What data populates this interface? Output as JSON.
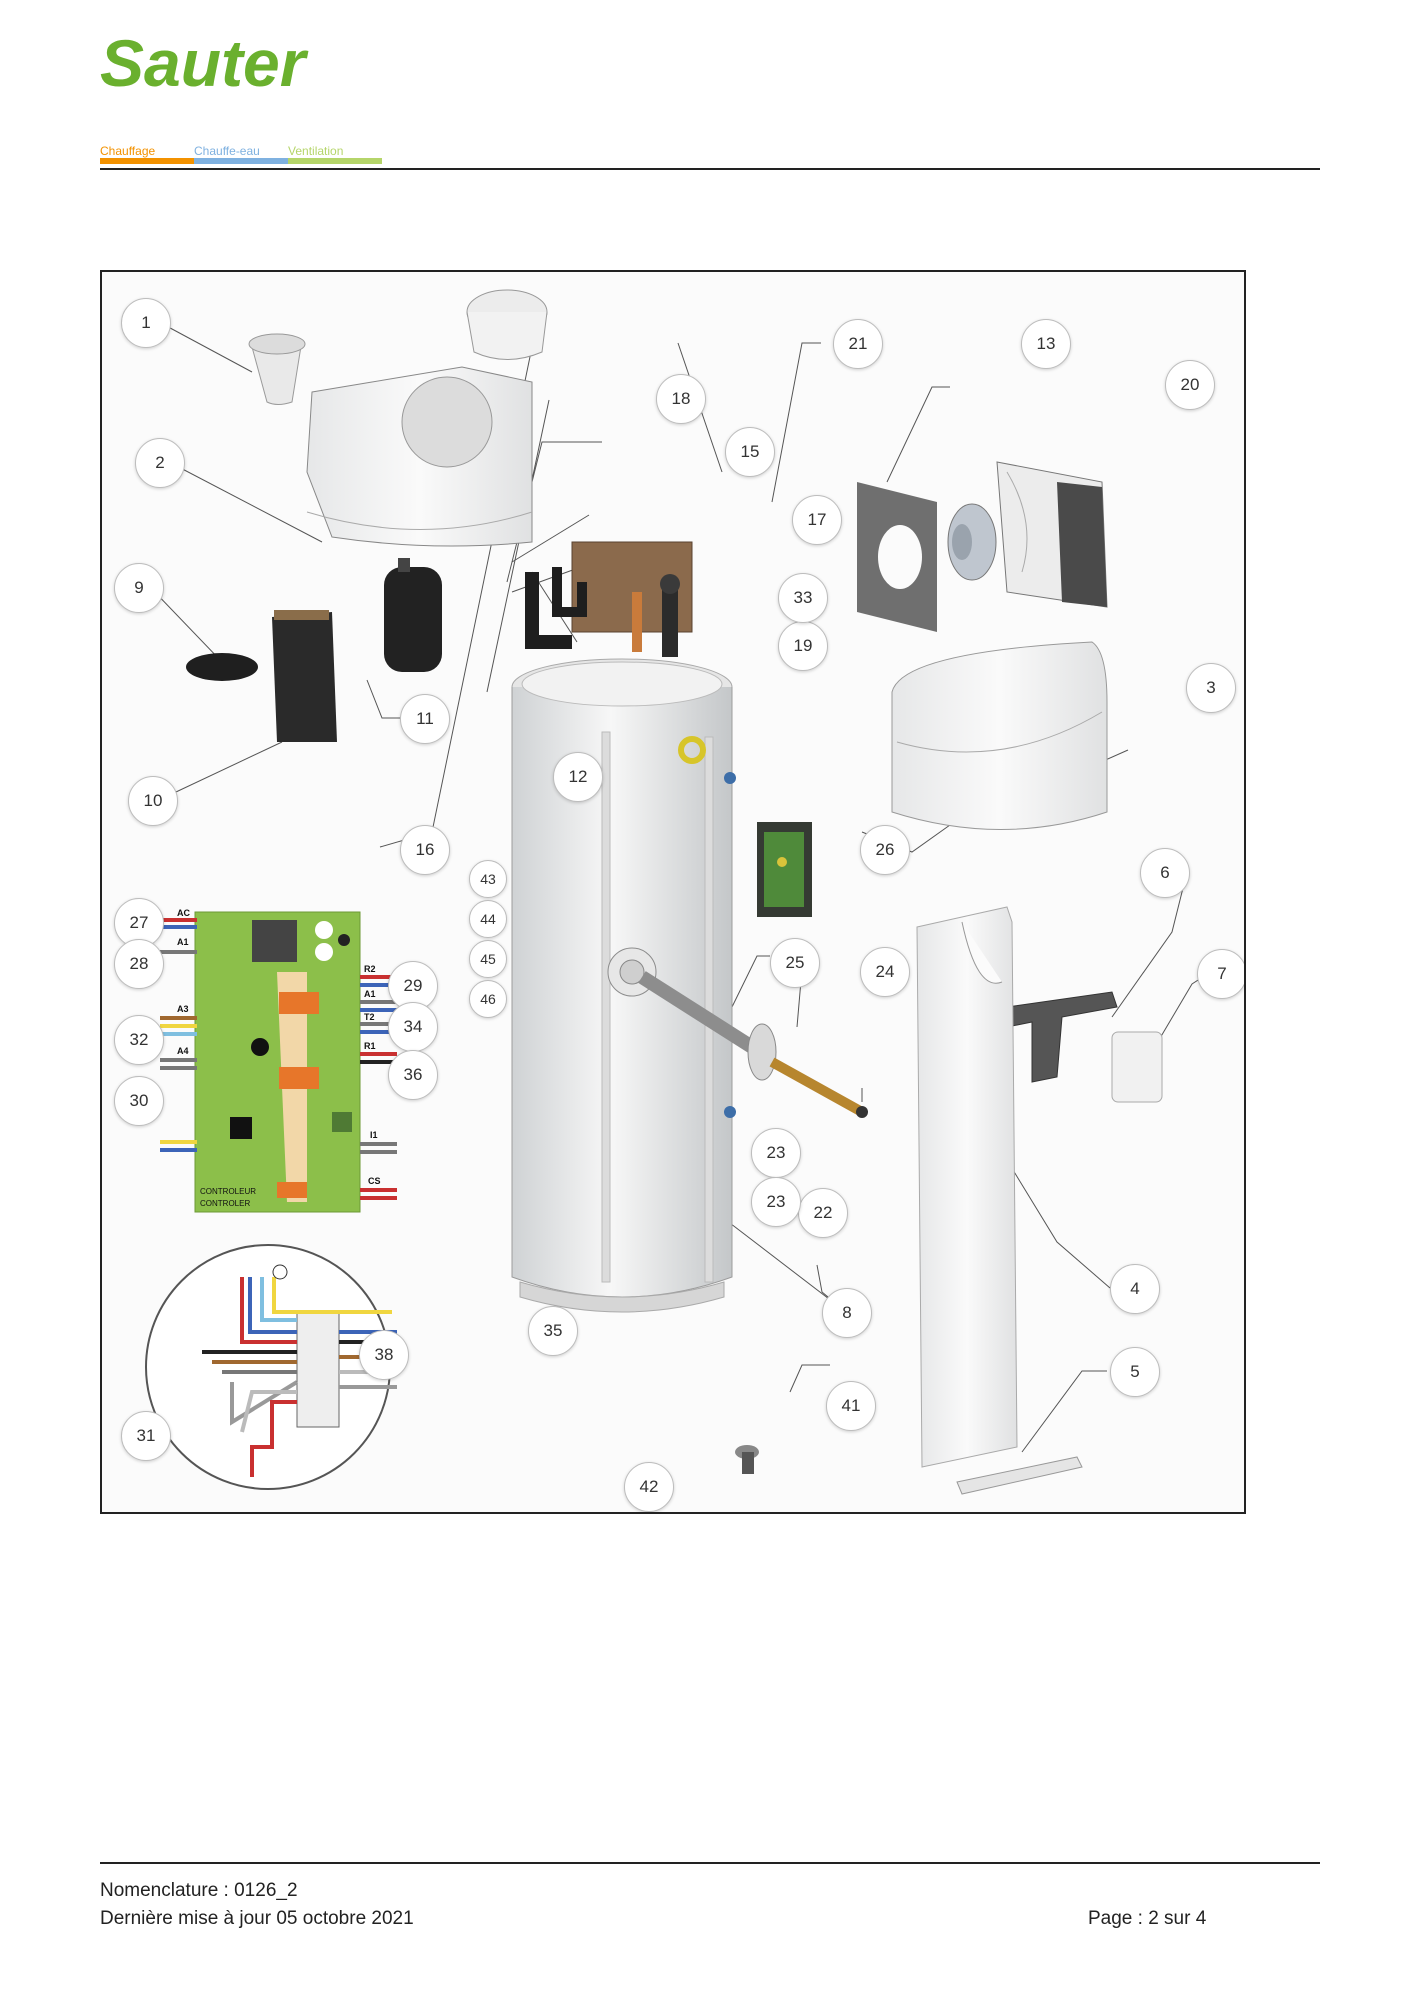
{
  "header": {
    "logo_text": "Sauter",
    "categories": [
      {
        "label": "Chauffage",
        "color": "#f39200"
      },
      {
        "label": "Chauffe-eau",
        "color": "#7fb1e0"
      },
      {
        "label": "Ventilation",
        "color": "#b5d56a"
      }
    ],
    "brand_color": "#6ab02e"
  },
  "diagram": {
    "callouts": [
      "1",
      "2",
      "3",
      "4",
      "5",
      "6",
      "7",
      "8",
      "9",
      "10",
      "11",
      "12",
      "13",
      "15",
      "16",
      "17",
      "18",
      "19",
      "20",
      "21",
      "22",
      "23",
      "23",
      "24",
      "25",
      "26",
      "27",
      "28",
      "29",
      "30",
      "31",
      "32",
      "33",
      "34",
      "35",
      "36",
      "38",
      "41",
      "42",
      "43",
      "44",
      "45",
      "46"
    ],
    "controller": {
      "left_labels": [
        "AC",
        "A1",
        "A3",
        "A4"
      ],
      "right_labels": [
        "R2",
        "A1",
        "T2",
        "R1",
        "I1",
        "CS"
      ],
      "caption_fr": "CONTROLEUR",
      "caption_en": "CONTROLER"
    }
  },
  "footer": {
    "nomenclature": "Nomenclature : 0126_2",
    "updated": "Dernière mise à jour 05 octobre 2021",
    "page": "Page : 2 sur 4"
  }
}
